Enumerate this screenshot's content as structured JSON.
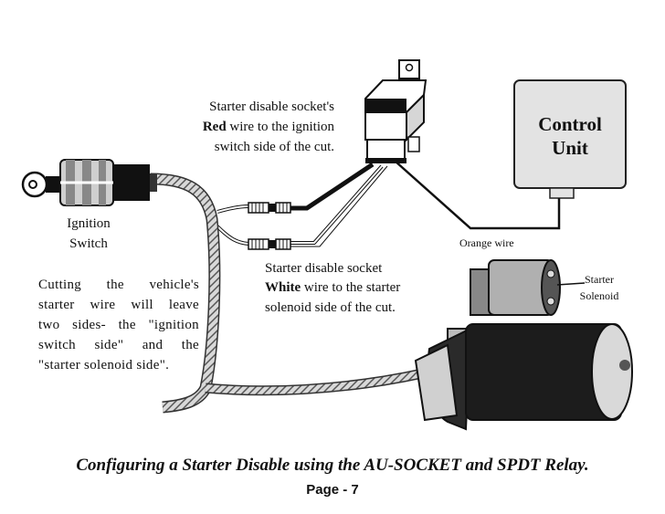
{
  "labels": {
    "red_socket": {
      "line1": "Starter disable socket's",
      "line2_bold": "Red",
      "line2_rest": " wire to the ignition",
      "line3": "switch side of the cut."
    },
    "white_socket": {
      "line1": "Starter disable socket",
      "line2_bold": "White",
      "line2_rest": " wire to the starter",
      "line3": "solenoid side of the cut."
    },
    "ignition_switch": {
      "line1": "Ignition",
      "line2": "Switch"
    },
    "cutting_note": [
      "Cutting the vehicle's",
      "starter wire will leave",
      "two sides- the \"ignition",
      "switch side\" and the",
      "\"starter solenoid side\"."
    ],
    "orange_wire": "Orange wire",
    "starter_solenoid": {
      "line1": "Starter",
      "line2": "Solenoid"
    },
    "control_unit": {
      "line1": "Control",
      "line2": "Unit"
    }
  },
  "caption": "Configuring a Starter Disable using the AU-SOCKET and SPDT Relay.",
  "page_number": "Page - 7"
}
